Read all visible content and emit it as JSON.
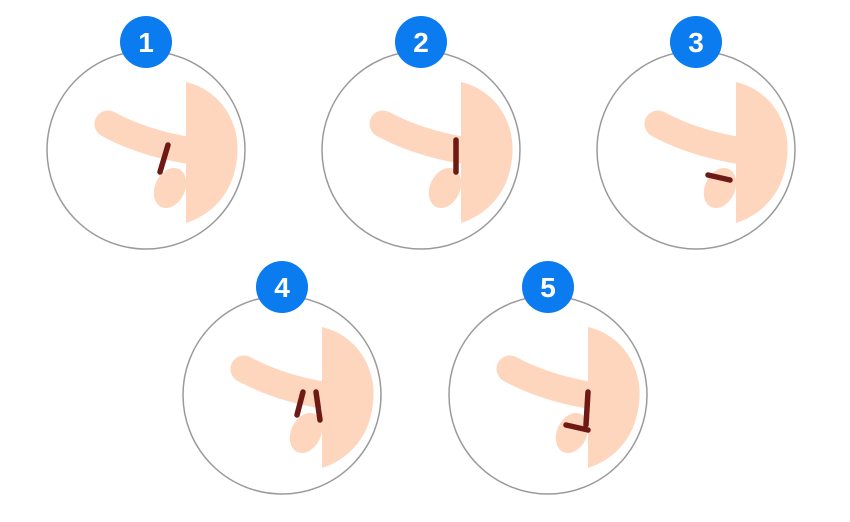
{
  "diagram": {
    "panels": [
      {
        "badge": "1"
      },
      {
        "badge": "2"
      },
      {
        "badge": "3"
      },
      {
        "badge": "4"
      },
      {
        "badge": "5"
      }
    ]
  },
  "colors": {
    "badge": "#0a7cf0",
    "badge_text": "#ffffff",
    "circle_outline": "#9a9a9a",
    "figure": "#fdd6bd",
    "ring": "#6e1a14"
  }
}
